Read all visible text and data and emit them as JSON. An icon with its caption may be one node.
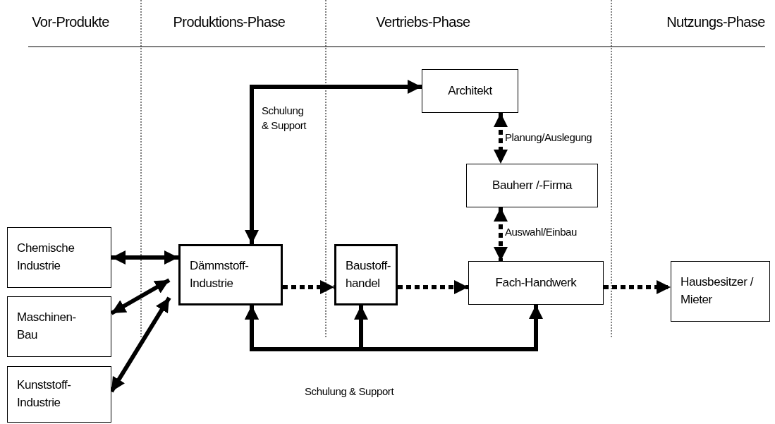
{
  "diagram": {
    "nodes": [
      {
        "text": [
          "Chemische Industrie"
        ]
      },
      {
        "text": [
          "Maschinen-Bau"
        ]
      },
      {
        "text": [
          "Kunststoff-Industrie"
        ]
      },
      {
        "text": [
          "Dämmstoff-Industrie"
        ]
      },
      {
        "text": [
          "Baustoff-handel"
        ]
      },
      {
        "text": [
          "Architekt"
        ]
      },
      {
        "text": [
          "Bauherr /-Firma"
        ]
      },
      {
        "text": [
          "Fach-Handwerk"
        ]
      },
      {
        "text": [
          "Hausbesitzer / Mieter"
        ]
      }
    ],
    "edges": [
      {
        "from": 3,
        "to": 5,
        "arrow": "both",
        "label": "Schulung & Support"
      },
      {
        "from": 0,
        "to": 3,
        "arrow": "both"
      },
      {
        "from": 1,
        "to": 3,
        "arrow": "both"
      },
      {
        "from": 2,
        "to": 3,
        "arrow": "both"
      },
      {
        "from": 3,
        "to": 4,
        "arrow": "to",
        "style": "dashed"
      },
      {
        "from": 4,
        "to": 7,
        "arrow": "to",
        "style": "dashed"
      },
      {
        "from": 7,
        "to": 8,
        "arrow": "to",
        "style": "dashed"
      },
      {
        "from": 5,
        "to": 6,
        "arrow": "both",
        "label": "Planung/Auslegung",
        "style": "dashed"
      },
      {
        "from": 6,
        "to": 7,
        "arrow": "both",
        "label": "Auswahl/Einbau",
        "style": "dashed"
      },
      {
        "from": 3,
        "to": 4,
        "arrow": "both"
      },
      {
        "from": 3,
        "to": 7,
        "arrow": "both",
        "label": "Schulung & Support"
      }
    ],
    "labels": [
      "Vor-Produkte",
      "Produktions-Phase",
      "Vertriebs-Phase",
      "Nutzungs-Phase"
    ]
  }
}
